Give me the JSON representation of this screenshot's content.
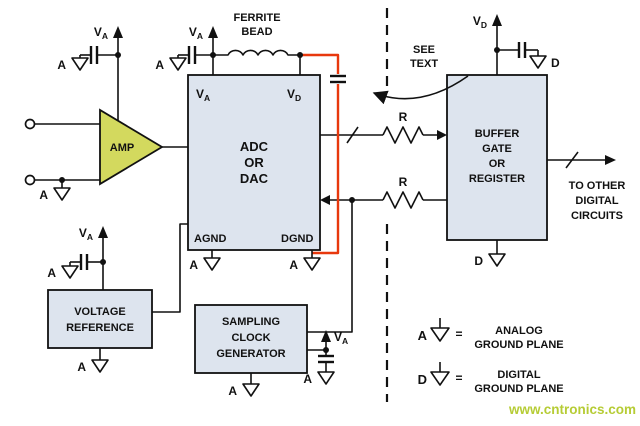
{
  "colors": {
    "background": "#ffffff",
    "block_fill": "#dde4ee",
    "amp_fill": "#d3d95e",
    "highlight": "#e8380d",
    "watermark": "#b6cc35"
  },
  "labels": {
    "v": "V",
    "sub_a": "A",
    "sub_d": "D"
  },
  "amp": {
    "label": "AMP"
  },
  "adc": {
    "line1": "ADC",
    "line2": "OR",
    "line3": "DAC",
    "pin_agnd": "AGND",
    "pin_dgnd": "DGND"
  },
  "ferrite": {
    "line1": "FERRITE",
    "line2": "BEAD"
  },
  "note": {
    "line1": "SEE",
    "line2": "TEXT"
  },
  "resistors": {
    "label": "R"
  },
  "buffer": {
    "line1": "BUFFER",
    "line2": "GATE",
    "line3": "OR",
    "line4": "REGISTER"
  },
  "output": {
    "line1": "TO OTHER",
    "line2": "DIGITAL",
    "line3": "CIRCUITS"
  },
  "vref": {
    "line1": "VOLTAGE",
    "line2": "REFERENCE"
  },
  "clockgen": {
    "line1": "SAMPLING",
    "line2": "CLOCK",
    "line3": "GENERATOR"
  },
  "grounds": {
    "analog": "A",
    "digital": "D"
  },
  "legend": {
    "equals": "=",
    "analog_line1": "ANALOG",
    "analog_line2": "GROUND PLANE",
    "digital_line1": "DIGITAL",
    "digital_line2": "GROUND PLANE"
  },
  "watermark": "www.cntronics.com"
}
